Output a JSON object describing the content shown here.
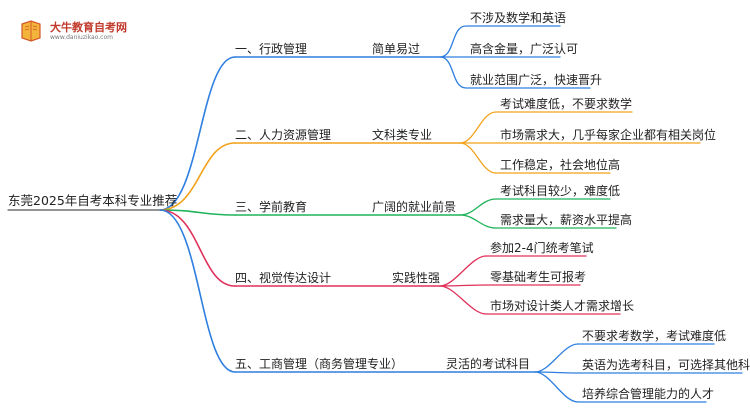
{
  "logo": {
    "name": "大牛教育自考网",
    "url": "www.daniuzikao.com"
  },
  "root": {
    "label": "东莞2025年自考本科专业推荐"
  },
  "branches": [
    {
      "name": "一、行政管理",
      "tag": "简单易过",
      "color": "#2f7fe0",
      "leaves": [
        "不涉及数学和英语",
        "高含金量，广泛认可",
        "就业范围广泛，快速晋升"
      ]
    },
    {
      "name": "二、人力资源管理",
      "tag": "文科类专业",
      "color": "#f2a21b",
      "leaves": [
        "考试难度低，不要求数学",
        "市场需求大，几乎每家企业都有相关岗位",
        "工作稳定，社会地位高"
      ]
    },
    {
      "name": "三、学前教育",
      "tag": "广阔的就业前景",
      "color": "#1fb35a",
      "leaves": [
        "考试科目较少，难度低",
        "需求量大，薪资水平提高"
      ]
    },
    {
      "name": "四、视觉传达设计",
      "tag": "实践性强",
      "color": "#e0315a",
      "leaves": [
        "参加2-4门统考笔试",
        "零基础考生可报考",
        "市场对设计类人才需求增长"
      ]
    },
    {
      "name": "五、工商管理（商务管理专业）",
      "tag": "灵活的考试科目",
      "color": "#2f7fe0",
      "leaves": [
        "不要求考数学，考试难度低",
        "英语为选考科目，可选择其他科目",
        "培养综合管理能力的人才"
      ]
    }
  ]
}
